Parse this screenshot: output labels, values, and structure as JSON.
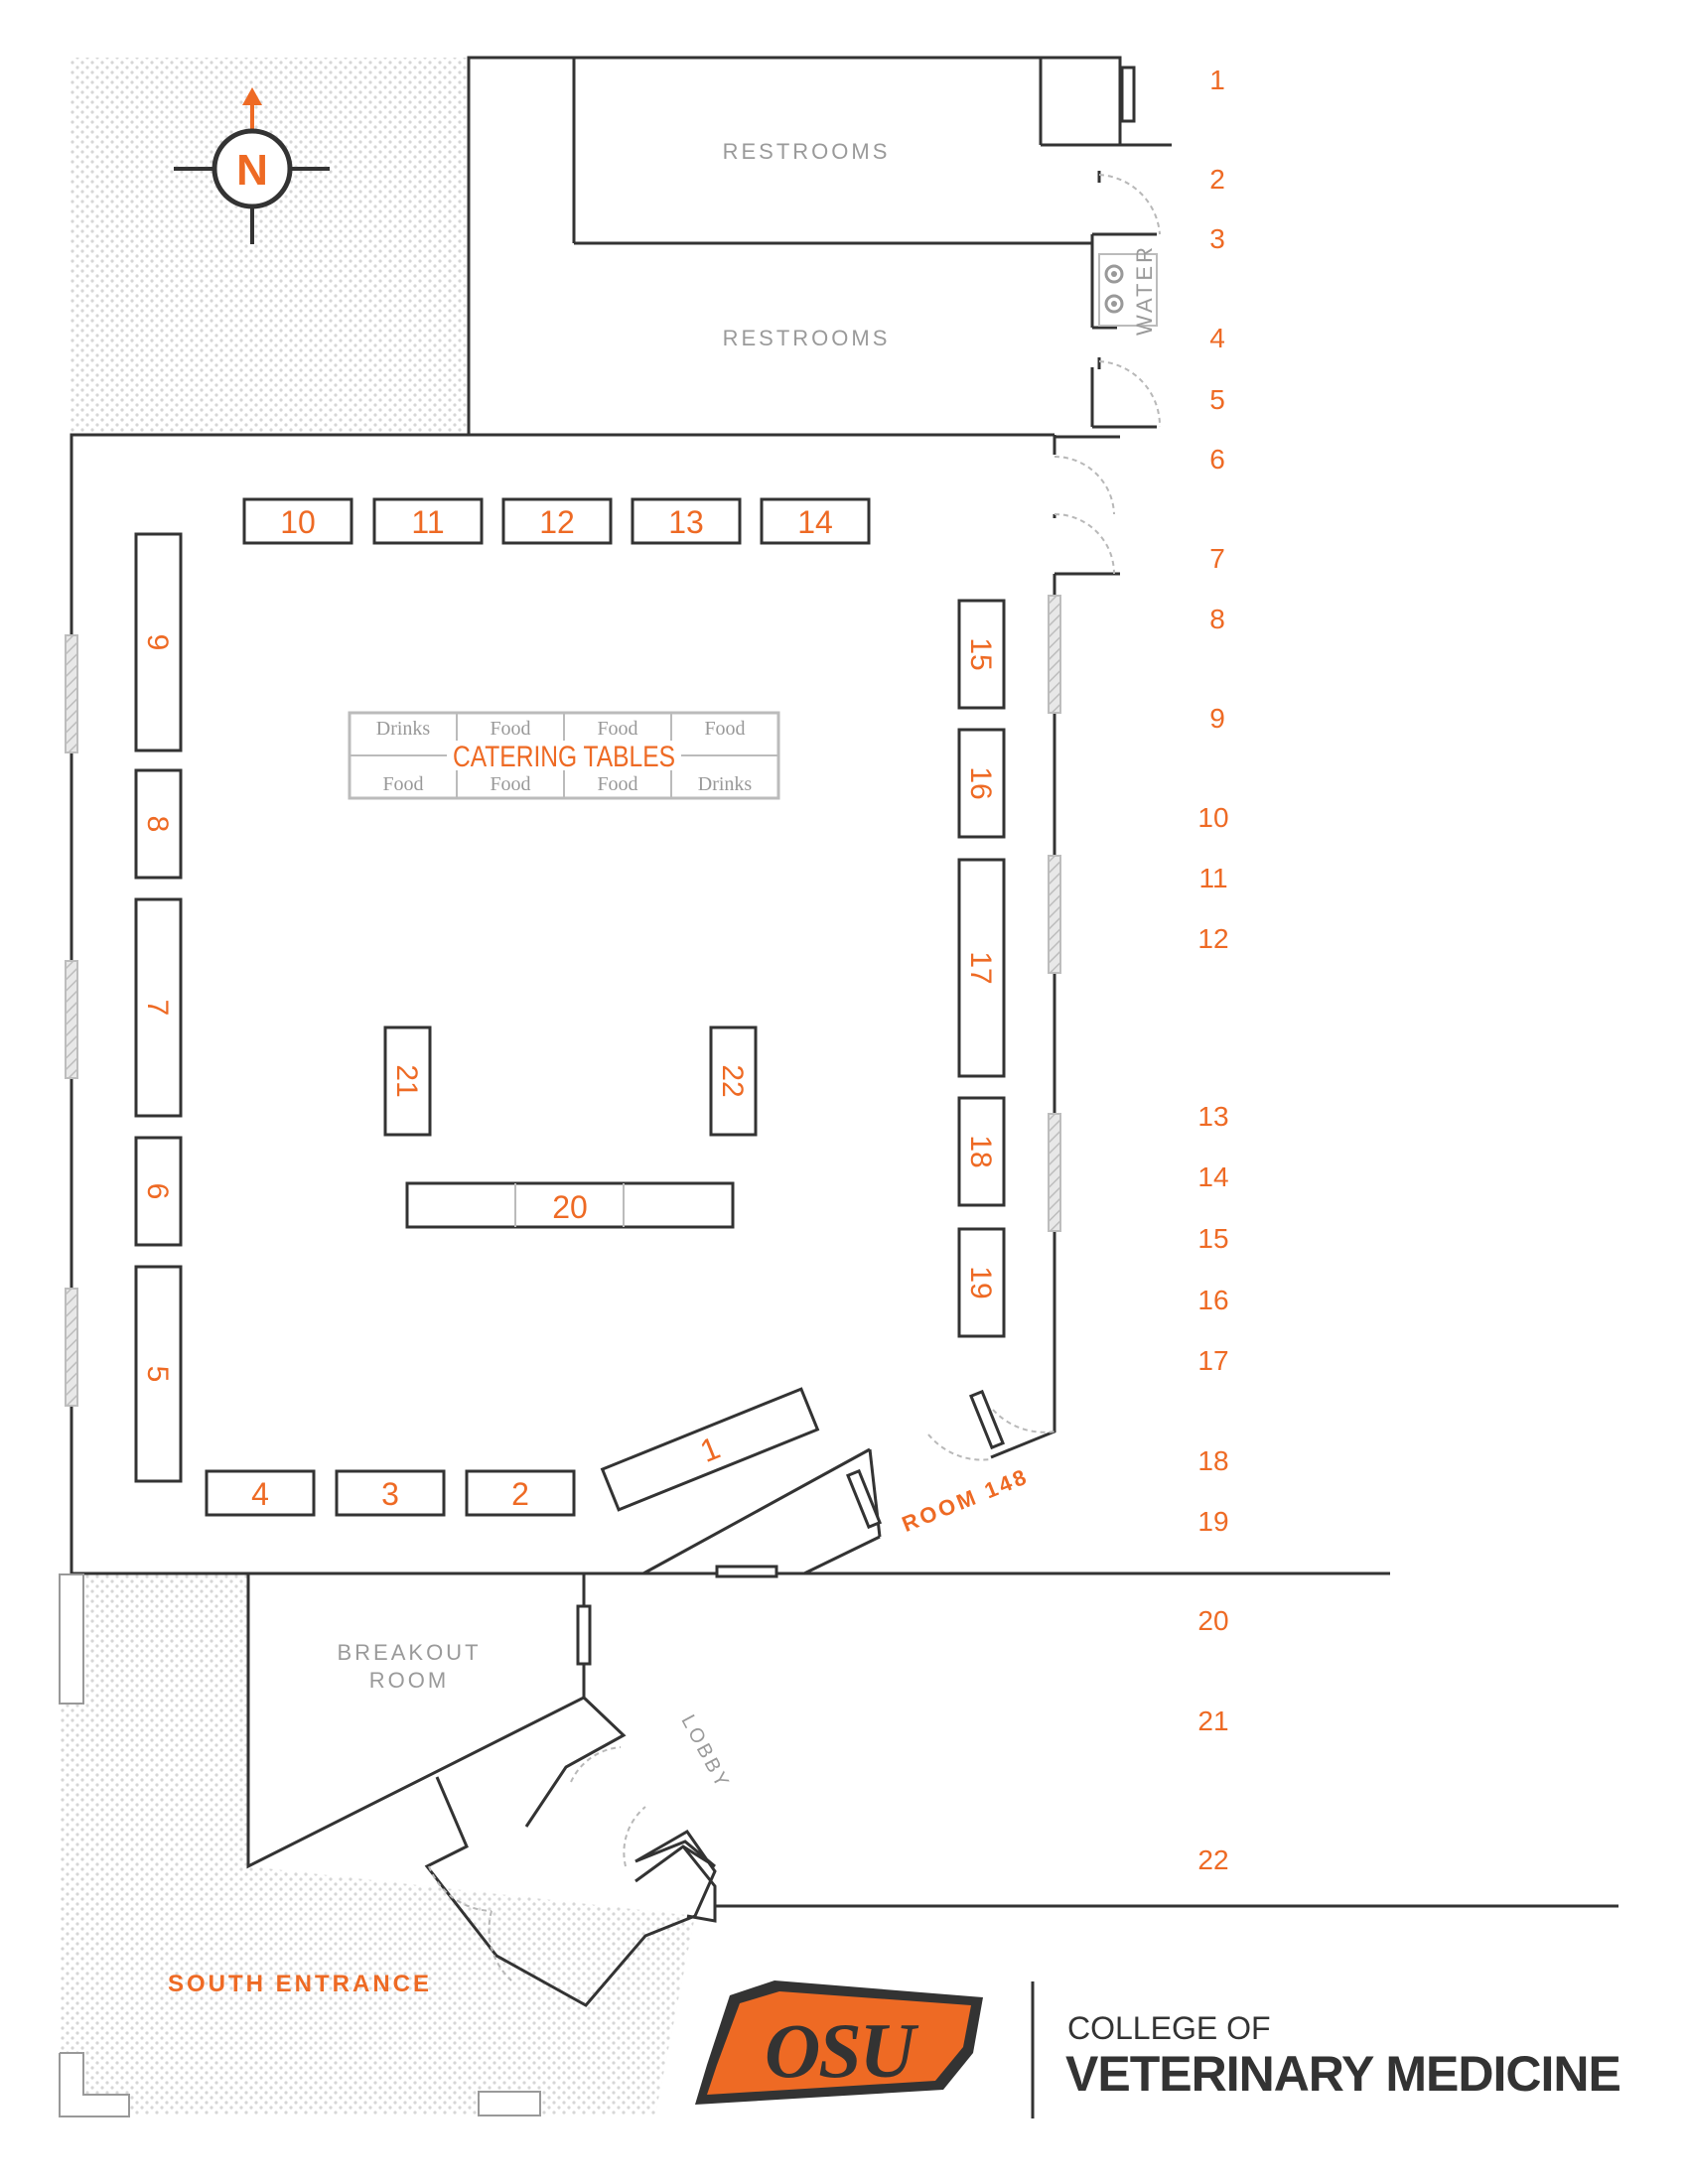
{
  "compass": {
    "label": "N",
    "accent": "#ee6a24",
    "icon": "north-arrow-compass-icon"
  },
  "rooms": {
    "restrooms_top": "RESTROOMS",
    "restrooms_bottom": "RESTROOMS",
    "water": "WATER",
    "room_148": "ROOM 148",
    "breakout_line1": "BREAKOUT",
    "breakout_line2": "ROOM",
    "lobby": "LOBBY",
    "south_entrance": "SOUTH ENTRANCE"
  },
  "catering": {
    "title": "CATERING TABLES",
    "top_row": [
      "Drinks",
      "Food",
      "Food",
      "Food"
    ],
    "bottom_row": [
      "Food",
      "Food",
      "Food",
      "Drinks"
    ]
  },
  "tables": [
    "1",
    "2",
    "3",
    "4",
    "5",
    "6",
    "7",
    "8",
    "9",
    "10",
    "11",
    "12",
    "13",
    "14",
    "15",
    "16",
    "17",
    "18",
    "19",
    "20",
    "21",
    "22"
  ],
  "legend_numbers": [
    "1",
    "2",
    "3",
    "4",
    "5",
    "6",
    "7",
    "8",
    "9",
    "10",
    "11",
    "12",
    "13",
    "14",
    "15",
    "16",
    "17",
    "18",
    "19",
    "20",
    "21",
    "22"
  ],
  "footer": {
    "logo_text": "OSU",
    "line1": "COLLEGE OF",
    "line2": "VETERINARY MEDICINE"
  },
  "colors": {
    "accent": "#ee6a24",
    "wall": "#333333",
    "muted": "#9a9a9a",
    "outdoor": "#e4e4e4"
  }
}
